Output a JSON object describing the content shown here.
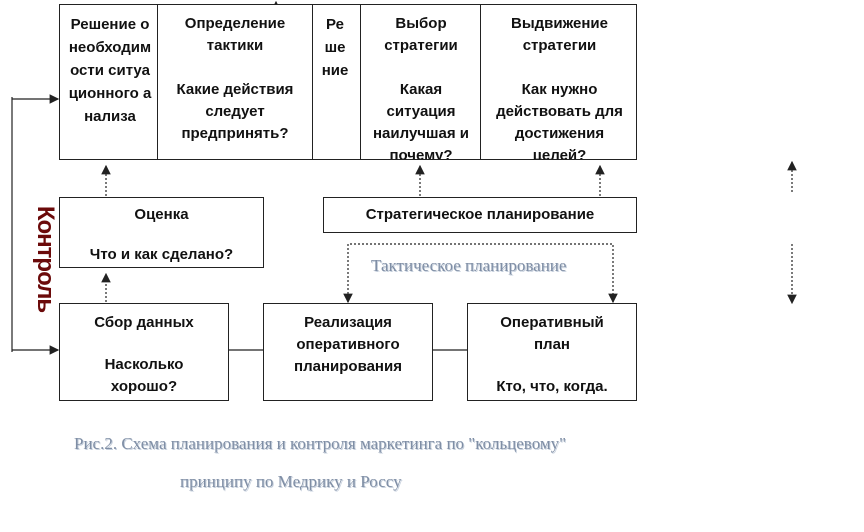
{
  "top_row": {
    "need": {
      "text": "Решение о необходимости ситуационного анализа"
    },
    "tactics": {
      "title": "Определение тактики",
      "question": "Какие действия следует предпринять?"
    },
    "decision": {
      "text": "Решение"
    },
    "choice": {
      "title": "Выбор стратегии",
      "question": "Какая ситуация наилучшая и почему?"
    },
    "nomination": {
      "title": "Выдвижение стратегии",
      "question": "Как нужно действовать для достижения целей?"
    }
  },
  "evaluation": {
    "title": "Оценка",
    "question": "Что и как сделано?"
  },
  "strategic_planning": {
    "label": "Стратегическое планирование"
  },
  "tactical_planning": {
    "label": "Тактическое планирование"
  },
  "data_collection": {
    "title": "Сбор данных",
    "question": "Насколько хорошо?"
  },
  "implementation": {
    "title": "Реализация оперативного планирования"
  },
  "operational_plan": {
    "title": "Оперативный план",
    "question": "Кто, что, когда."
  },
  "side_label": "Контроль",
  "caption": {
    "line1": "Рис.2. Схема планирования и контроля маркетинга по \"кольцевому\"",
    "line2": "принципу по Медрику и Россу"
  }
}
